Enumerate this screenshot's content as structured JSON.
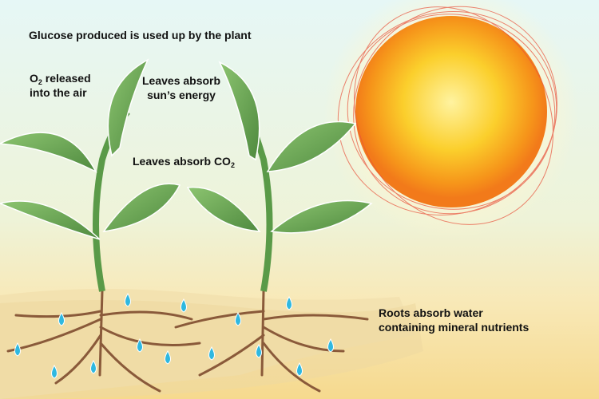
{
  "labels": {
    "glucose": "Glucose produced is used up by the plant",
    "o2": {
      "prefix": "O",
      "sub": "2",
      "line1_rest": " released",
      "line2": "into the air"
    },
    "sun_energy": {
      "line1": "Leaves absorb",
      "line2": "sun’s energy"
    },
    "co2": {
      "text": "Leaves absorb CO",
      "sub": "2"
    },
    "roots": {
      "line1": "Roots absorb water",
      "line2": "containing mineral nutrients"
    }
  },
  "colors": {
    "leaf": "#6fa85a",
    "leaf_dark": "#4f8a3f",
    "sun": "#f9c020",
    "soil": "#f5dc9c",
    "root": "#8a5a3a",
    "water": "#2fb8e0"
  }
}
